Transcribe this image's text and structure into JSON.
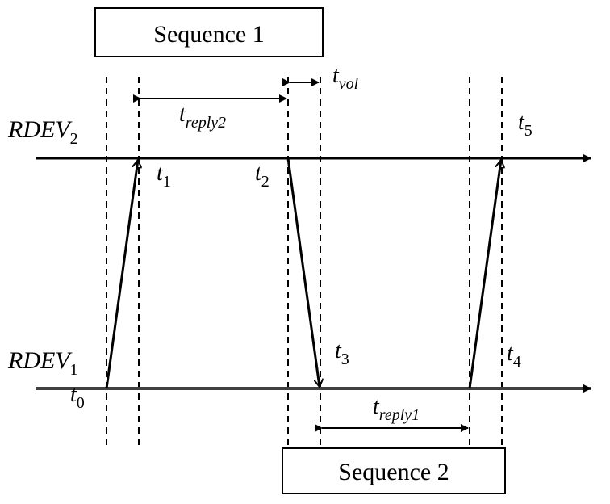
{
  "boxes": {
    "sequence1": "Sequence 1",
    "sequence2": "Sequence 2"
  },
  "devices": {
    "rdev2": {
      "main": "RDEV",
      "sub": "2"
    },
    "rdev1": {
      "main": "RDEV",
      "sub": "1"
    }
  },
  "intervals": {
    "t_reply2": {
      "main": "t",
      "sub": "reply2"
    },
    "t_vol": {
      "main": "t",
      "sub": "vol"
    },
    "t_reply1": {
      "main": "t",
      "sub": "reply1"
    }
  },
  "times": {
    "t0": {
      "main": "t",
      "sub": "0"
    },
    "t1": {
      "main": "t",
      "sub": "1"
    },
    "t2": {
      "main": "t",
      "sub": "2"
    },
    "t3": {
      "main": "t",
      "sub": "3"
    },
    "t4": {
      "main": "t",
      "sub": "4"
    },
    "t5": {
      "main": "t",
      "sub": "5"
    }
  },
  "colors": {
    "line": "#000000",
    "rdev1_line": "#404040"
  }
}
